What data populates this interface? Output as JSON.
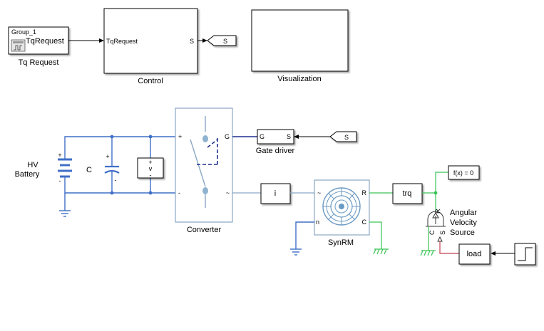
{
  "colors": {
    "electrical": "#3f6fc7",
    "mechanical": "#3ac455",
    "physical_signal": "#c04050",
    "converter_border": "#8aa7c4",
    "block_border": "#000000"
  },
  "blocks": {
    "tq_request": {
      "inner_title": "Group_1",
      "inner_label": "TqRequest",
      "label": "Tq Request"
    },
    "control": {
      "label": "Control",
      "in_port": "TqRequest",
      "out_port": "S"
    },
    "goto_s": {
      "text": "S"
    },
    "visualization": {
      "label": "Visualization"
    },
    "hv_battery": {
      "label_line1": "HV",
      "label_line2": "Battery"
    },
    "capacitor": {
      "label": "C",
      "plus": "+",
      "minus": "-"
    },
    "voltage_sensor": {
      "plus": "+",
      "v": "v",
      "minus": "-"
    },
    "converter": {
      "label": "Converter",
      "port_plus": "+",
      "port_minus": "-",
      "port_g": "G",
      "port_tilde": "~"
    },
    "gate_driver": {
      "label": "Gate driver",
      "port_g": "G",
      "port_s": "S"
    },
    "from_s": {
      "text": "S"
    },
    "current_sensor": {
      "text": "i"
    },
    "synrm": {
      "label": "SynRM",
      "port_tilde": "~",
      "port_n": "n",
      "port_r": "R",
      "port_c": "C"
    },
    "trq_sensor": {
      "text": "trq"
    },
    "solver": {
      "text": "f(x) = 0"
    },
    "velocity_source": {
      "label_line1": "Angular",
      "label_line2": "Velocity",
      "label_line3": "Source",
      "port_r": "R",
      "port_c": "C",
      "port_s": "S"
    },
    "load": {
      "text": "load"
    },
    "step": {
      "icon": "step-icon"
    }
  }
}
